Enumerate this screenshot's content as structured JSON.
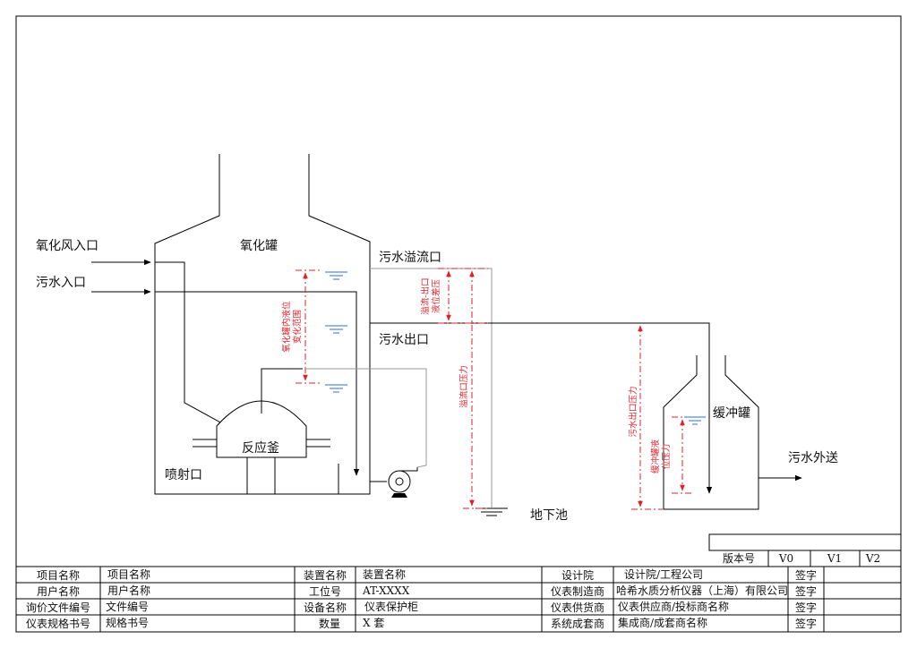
{
  "diagram": {
    "labels": {
      "oxidation_air_inlet": "氧化风入口",
      "sewage_inlet": "污水入口",
      "oxidation_tank": "氧化罐",
      "reactor": "反应釜",
      "nozzle": "喷射口",
      "overflow_port": "污水溢流口",
      "sewage_outlet": "污水出口",
      "underground_pool": "地下池",
      "buffer_tank": "缓冲罐",
      "sewage_outbound": "污水外送"
    },
    "annotations": {
      "tank_level_range": [
        "氧化罐内液位",
        "变化范围"
      ],
      "overflow_diff": [
        "溢流-出口",
        "液位差压"
      ],
      "overflow_pressure": "溢流口压力",
      "outlet_pressure": "污水出口压力",
      "buffer_level_pressure": [
        "缓冲罐液",
        "位压力"
      ]
    },
    "colors": {
      "line": "#000000",
      "measure": "#e0202a",
      "water": "#2f6fd6",
      "pipe_gray": "#9a9a9a"
    }
  },
  "title_block": {
    "version": {
      "label": "版本号",
      "v0": "V0",
      "v1": "V1",
      "v2": "V2"
    },
    "rows": [
      {
        "l1": "项目名称",
        "v1": "项目名称",
        "l2": "装置名称",
        "v2": "装置名称",
        "l3": "设计院",
        "v3": "设计院/工程公司",
        "sign": "签字"
      },
      {
        "l1": "用户名称",
        "v1": "用户名称",
        "l2": "工位号",
        "v2": "AT-XXXX",
        "l3": "仪表制造商",
        "v3": "哈希水质分析仪器（上海）有限公司",
        "sign": "签字"
      },
      {
        "l1": "询价文件编号",
        "v1": "文件编号",
        "l2": "设备名称",
        "v2": "仪表保护柜",
        "l3": "仪表供货商",
        "v3": "仪表供应商/投标商名称",
        "sign": "签字"
      },
      {
        "l1": "仪表规格书号",
        "v1": "规格书号",
        "l2": "数量",
        "v2": "X 套",
        "l3": "系统成套商",
        "v3": "集成商/成套商名称",
        "sign": "签字"
      }
    ]
  }
}
